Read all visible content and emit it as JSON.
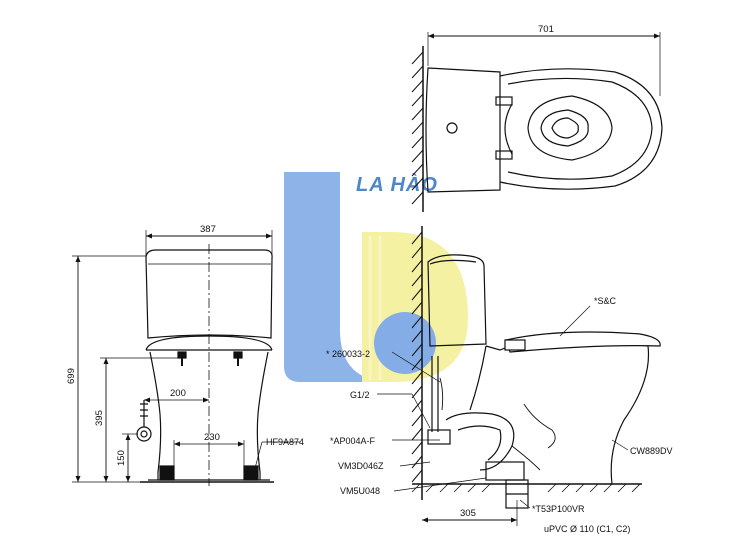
{
  "dimensions": {
    "top_width": "701",
    "front_width": "387",
    "height_total": "699",
    "inlet_height": "395",
    "spacing_200": "200",
    "spacing_230": "230",
    "valve_height": "150",
    "rough_in": "305"
  },
  "labels": {
    "seat": "*S&C",
    "part_260033": "* 260033-2",
    "g12": "G1/2",
    "ap004": "*AP004A-F",
    "vm3d": "VM3D046Z",
    "vm5u": "VM5U048",
    "bowl": "CW889DV",
    "t53": "*T53P100VR",
    "upvc": "uPVC  Ø 110 (C1, C2)",
    "hf": "HF9A874"
  },
  "watermark": {
    "text": "LA HÀO",
    "colors": {
      "blue": "#7aa6e6",
      "yellow": "#f3ef93"
    }
  }
}
